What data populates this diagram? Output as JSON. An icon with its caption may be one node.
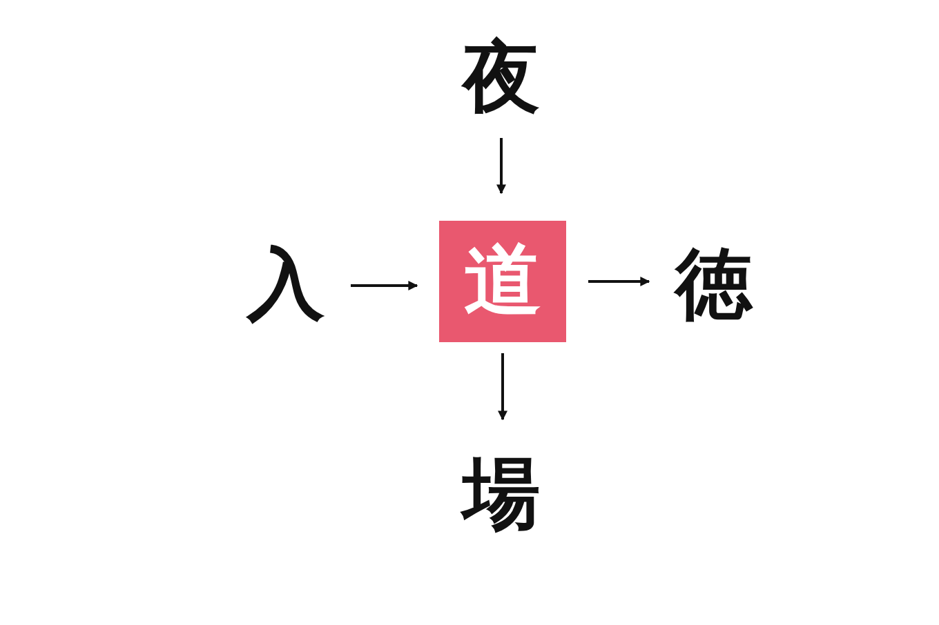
{
  "diagram": {
    "nodes": [
      {
        "text": [
          "夜"
        ]
      },
      {
        "text": [
          "入"
        ]
      },
      {
        "text": [
          "道"
        ]
      },
      {
        "text": [
          "徳"
        ]
      },
      {
        "text": [
          "場"
        ]
      }
    ],
    "edges": [
      {
        "from": 0,
        "to": 2,
        "arrow": "to"
      },
      {
        "from": 1,
        "to": 2,
        "arrow": "to"
      },
      {
        "from": 2,
        "to": 3,
        "arrow": "to"
      },
      {
        "from": 2,
        "to": 4,
        "arrow": "to"
      }
    ]
  }
}
